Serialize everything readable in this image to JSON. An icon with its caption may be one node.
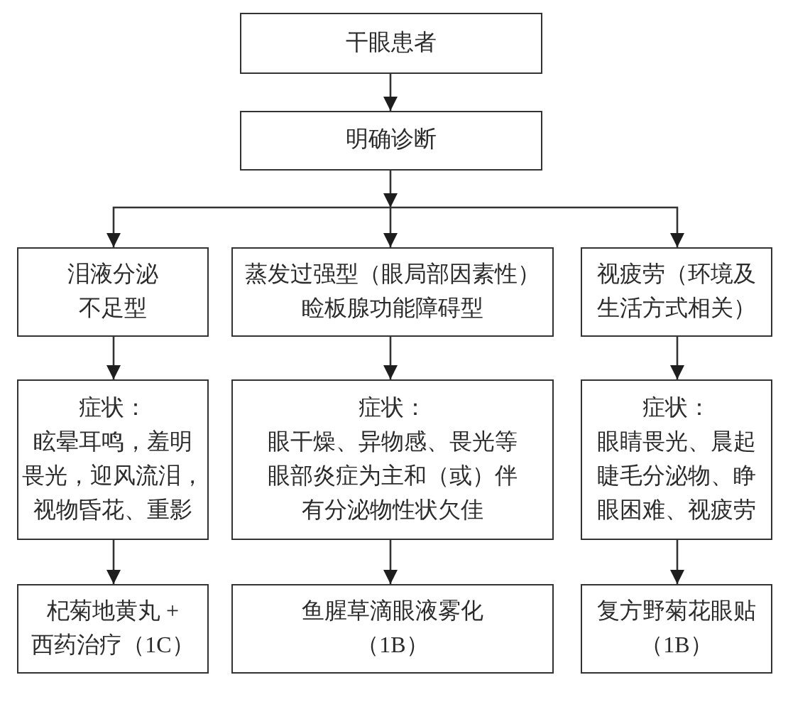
{
  "diagram": {
    "nodes": [
      {
        "text": [
          "干眼患者"
        ]
      },
      {
        "text": [
          "明确诊断"
        ]
      },
      {
        "text": [
          "泪液分泌不足型"
        ]
      },
      {
        "text": [
          "蒸发过强型（眼局部因素性）睑板腺功能障碍型"
        ]
      },
      {
        "text": [
          "视疲劳（环境及生活方式相关）"
        ]
      },
      {
        "text": [
          "症状：",
          "眩晕耳鸣，羞明畏光，迎风流泪，视物昏花、重影"
        ]
      },
      {
        "text": [
          "症状：",
          "眼干燥、异物感、畏光等眼部炎症为主和（或）伴有分泌物性状欠佳"
        ]
      },
      {
        "text": [
          "症状：",
          "眼睛畏光、晨起睫毛分泌物、睁眼困难、视疲劳"
        ]
      },
      {
        "text": [
          "杞菊地黄丸 +西药治疗（1C）"
        ]
      },
      {
        "text": [
          "鱼腥草滴眼液雾化（1B）"
        ]
      },
      {
        "text": [
          "复方野菊花眼贴（1B）"
        ]
      }
    ],
    "edges": [
      {
        "from": 0,
        "to": 1,
        "arrow": "to"
      },
      {
        "from": 1,
        "to": 2,
        "arrow": "to"
      },
      {
        "from": 1,
        "to": 3,
        "arrow": "to"
      },
      {
        "from": 1,
        "to": 4,
        "arrow": "to"
      },
      {
        "from": 2,
        "to": 5,
        "arrow": "to"
      },
      {
        "from": 3,
        "to": 6,
        "arrow": "to"
      },
      {
        "from": 4,
        "to": 7,
        "arrow": "to"
      },
      {
        "from": 5,
        "to": 8,
        "arrow": "to"
      },
      {
        "from": 6,
        "to": 9,
        "arrow": "to"
      },
      {
        "from": 7,
        "to": 10,
        "arrow": "to"
      }
    ]
  }
}
